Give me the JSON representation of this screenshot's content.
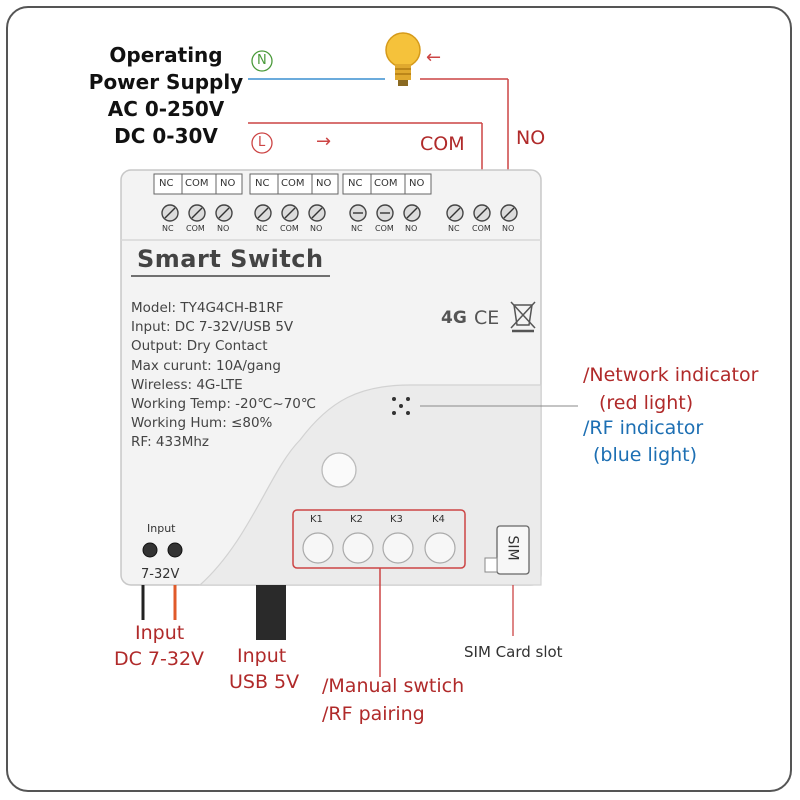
{
  "power_supply": {
    "line1": "Operating",
    "line2": "Power Supply",
    "line3": "AC 0-250V",
    "line4": "DC 0-30V",
    "neutral_symbol": "N",
    "live_symbol": "L",
    "arrow_left": "←",
    "arrow_right": "→"
  },
  "relay_labels": {
    "com": "COM",
    "no": "NO"
  },
  "terminal_groups": [
    {
      "nc": "NC",
      "com": "COM",
      "no": "NO"
    },
    {
      "nc": "NC",
      "com": "COM",
      "no": "NO"
    },
    {
      "nc": "NC",
      "com": "COM",
      "no": "NO"
    }
  ],
  "screw_labels": [
    {
      "nc": "NC",
      "com": "COM",
      "no": "NO"
    },
    {
      "nc": "NC",
      "com": "COM",
      "no": "NO"
    },
    {
      "nc": "NC",
      "com": "COM",
      "no": "NO"
    },
    {
      "nc": "NC",
      "com": "COM",
      "no": "NO"
    }
  ],
  "device": {
    "title": "Smart  Switch",
    "specs": [
      "Model:  TY4G4CH-B1RF",
      "Input:  DC 7-32V/USB 5V",
      "Output:  Dry Contact",
      "Max curunt:  10A/gang",
      "Wireless:  4G-LTE",
      "Working Temp:  -20℃~70℃",
      "Working Hum:  ≤80%",
      "RF:  433Mhz"
    ],
    "cert_4g": "4G",
    "cert_ce": "CE",
    "keys": [
      "K1",
      "K2",
      "K3",
      "K4"
    ],
    "input_label": "Input",
    "input_range": "7-32V",
    "sim_label": "SIM"
  },
  "callouts": {
    "network_indicator": "/Network indicator",
    "network_light": "(red light)",
    "rf_indicator": "/RF indicator",
    "rf_light": "(blue  light)",
    "sim_slot": "SIM Card slot",
    "input_dc_1": "Input",
    "input_dc_2": "DC 7-32V",
    "input_usb_1": "Input",
    "input_usb_2": "USB 5V",
    "manual_switch": "/Manual swtich",
    "rf_pairing": "/RF pairing"
  },
  "colors": {
    "red_label": "#b02a2a",
    "blue_label": "#1d6fb3",
    "neutral_wire": "#3a8fd0",
    "live_wire": "#c44",
    "device_body": "#f2f2f2"
  }
}
